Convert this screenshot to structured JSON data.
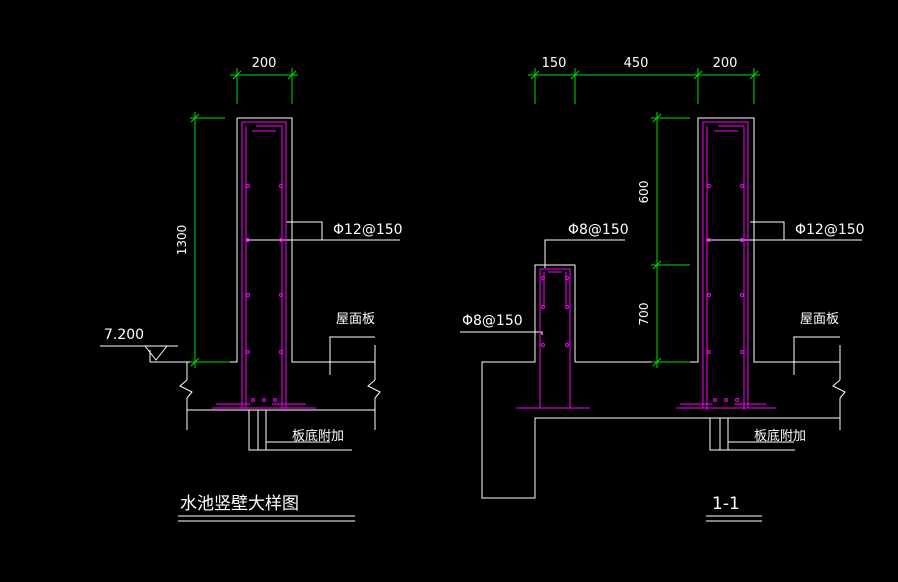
{
  "colors": {
    "background": "#000000",
    "outline": "#ffffff",
    "rebar": "#ff00ff",
    "dimension": "#00dd00",
    "text": "#ffffff"
  },
  "left_detail": {
    "dim_width": "200",
    "dim_height": "1300",
    "rebar_label": "Φ12@150",
    "elevation": "7.200",
    "roof_label": "屋面板",
    "bottom_label": "板底附加",
    "title": "水池竖壁大样图"
  },
  "right_detail": {
    "dim_150": "150",
    "dim_450": "450",
    "dim_200": "200",
    "dim_600": "600",
    "dim_700": "700",
    "rebar_label_tall": "Φ12@150",
    "rebar_label_short_top": "Φ8@150",
    "rebar_label_short_left": "Φ8@150",
    "roof_label": "屋面板",
    "bottom_label": "板底附加",
    "section_label": "1-1"
  }
}
